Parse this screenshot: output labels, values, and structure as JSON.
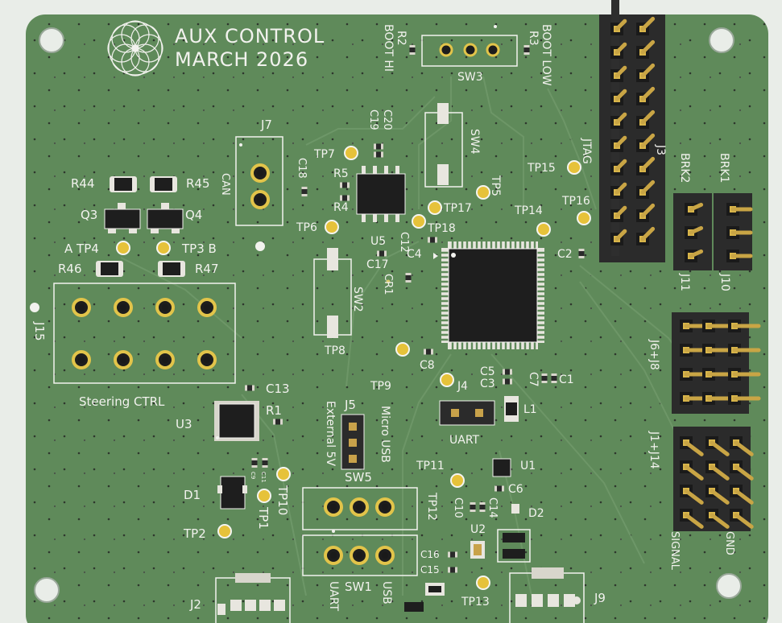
{
  "board": {
    "title_line1": "AUX CONTROL",
    "title_line2": "MARCH 2026",
    "colors": {
      "soldermask": "#5f8a5a",
      "silkscreen": "#f2f2ee",
      "copper_pad": "#d7b23a",
      "chip": "#1e1e1e",
      "header_body": "#2b2b2b",
      "pin": "#c8a24a",
      "trace": "#6f9869"
    }
  },
  "labels": {
    "boot_hi": "BOOT HI",
    "boot_low": "BOOT LOW",
    "r2": "R2",
    "r3": "R3",
    "sw3": "SW3",
    "sw4": "SW4",
    "j7": "J7",
    "can": "CAN",
    "c18": "C18",
    "c19": "C19",
    "c20": "C20",
    "tp7": "TP7",
    "r5": "R5",
    "r4": "R4",
    "u5": "U5",
    "tp6": "TP6",
    "tp18": "TP18",
    "tp17": "TP17",
    "tp5": "TP5",
    "tp15": "TP15",
    "tp14": "TP14",
    "tp16": "TP16",
    "jtag": "JTAG",
    "j3": "J3",
    "brk2": "BRK2",
    "brk1": "BRK1",
    "j11": "J11",
    "j10": "J10",
    "c2": "C2",
    "c4": "C4",
    "c12": "C12",
    "c17": "C17",
    "cr1": "CR1",
    "sw2": "SW2",
    "tp8": "TP8",
    "r44": "R44",
    "r45": "R45",
    "q3": "Q3",
    "q4": "Q4",
    "tp4": "A TP4",
    "tp3": "TP3 B",
    "r46": "R46",
    "r47": "R47",
    "j15": "J15",
    "steering": "Steering CTRL",
    "c13": "C13",
    "r1": "R1",
    "u3": "U3",
    "tp9": "TP9",
    "c8": "C8",
    "c5": "C5",
    "c3": "C3",
    "c7": "C7",
    "c1": "C1",
    "j4": "J4",
    "l1": "L1",
    "uart_j4": "UART",
    "j5": "J5",
    "ext5v": "External 5V",
    "microusb": "Micro USB",
    "sw5": "SW5",
    "j6j8": "J6+J8",
    "j1j14": "J1+J14",
    "signal": "SIGNAL",
    "gnd": "GND",
    "tp11": "TP11",
    "u1": "U1",
    "c6": "C6",
    "c10": "C10",
    "c14": "C14",
    "d2": "D2",
    "tp12": "TP12",
    "u2": "U2",
    "c16": "C16",
    "c15": "C15",
    "tp13": "TP13",
    "j9": "J9",
    "sw1": "SW1",
    "uart_sw1": "UART",
    "usb_sw1": "USB",
    "d1": "D1",
    "tp1": "TP1",
    "tp10": "TP10",
    "tp2": "TP2",
    "j2": "J2",
    "c9": "C9",
    "c11": "C11"
  }
}
